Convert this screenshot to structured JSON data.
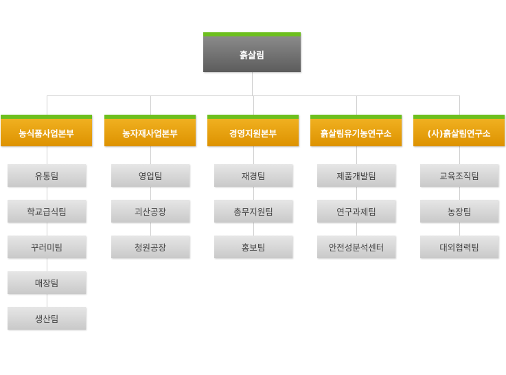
{
  "colors": {
    "root_fill": "#6e6e6e",
    "division_fill": "#e39b0b",
    "accent_bar": "#6dbf1e",
    "team_fill": "#d6d6d6",
    "connector": "#cfcfcf"
  },
  "org": {
    "root": "흙살림",
    "divisions": [
      {
        "name": "농식품사업본부",
        "teams": [
          "유통팀",
          "학교급식팀",
          "꾸러미팀",
          "매장팀",
          "생산팀"
        ]
      },
      {
        "name": "농자재사업본부",
        "teams": [
          "영업팀",
          "괴산공장",
          "청원공장"
        ]
      },
      {
        "name": "경영지원본부",
        "teams": [
          "재경팀",
          "총무지원팀",
          "홍보팀"
        ]
      },
      {
        "name": "흙살림유기농연구소",
        "teams": [
          "제품개발팀",
          "연구과제팀",
          "안전성분석센터"
        ]
      },
      {
        "name": "(사)흙살림연구소",
        "teams": [
          "교육조직팀",
          "농장팀",
          "대외협력팀"
        ]
      }
    ]
  }
}
